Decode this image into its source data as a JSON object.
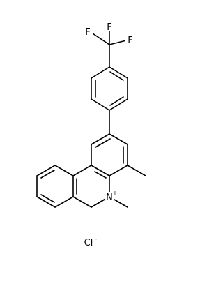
{
  "molecule": {
    "atoms": {
      "f_top": "F",
      "f_left": "F",
      "f_right": "F",
      "nitrogen": "N",
      "nitrogen_charge": "+",
      "chloride": "Cl",
      "chloride_charge": "-"
    }
  }
}
